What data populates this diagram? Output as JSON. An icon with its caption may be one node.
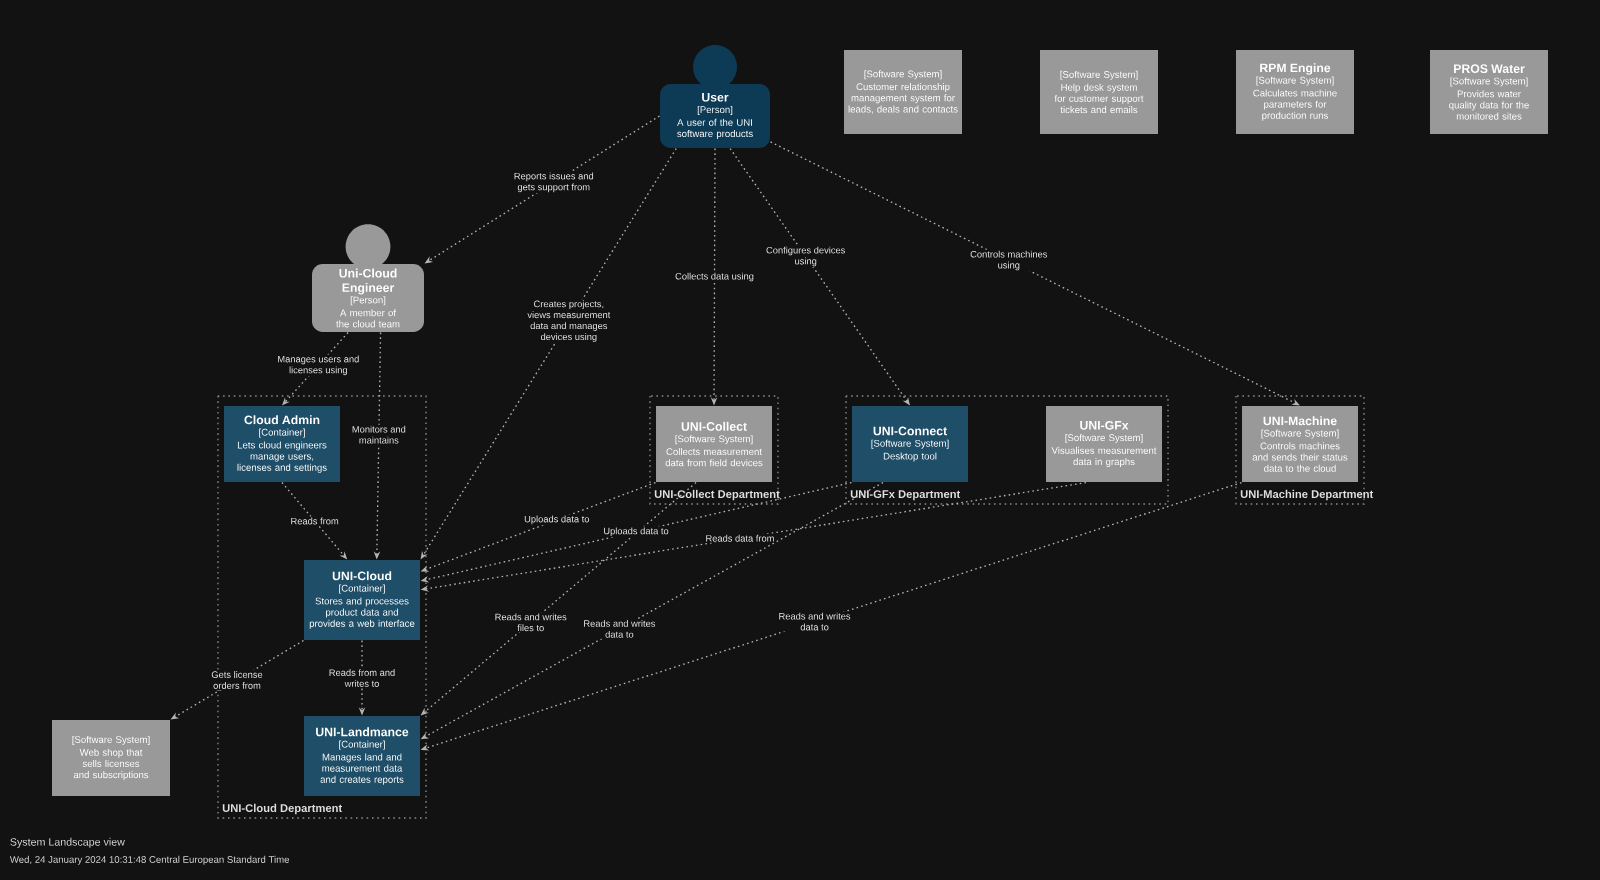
{
  "diagram": {
    "nodes": [
      {
        "text": [
          "User",
          "[Person]",
          "A user of the UNI software products"
        ]
      },
      {
        "text": [
          "[Software System]",
          "Customer relationship management system for leads, deals and contacts"
        ]
      },
      {
        "text": [
          "[Software System]",
          "Help desk system for customer support tickets and emails"
        ]
      },
      {
        "text": [
          "RPM Engine",
          "[Software System]",
          "Calculates machine parameters for production runs"
        ]
      },
      {
        "text": [
          "PROS Water",
          "[Software System]",
          "Provides water quality data for the monitored sites"
        ]
      },
      {
        "text": [
          "Uni-Cloud Engineer",
          "[Person]",
          "A member of the cloud team"
        ]
      },
      {
        "text": [
          "UNI-Cloud Department"
        ]
      },
      {
        "text": [
          "Cloud Admin",
          "[Container]",
          "Lets cloud engineers manage users, licenses and settings"
        ],
        "in": 6
      },
      {
        "text": [
          "UNI-Collect Department"
        ]
      },
      {
        "text": [
          "UNI-Collect",
          "[Software System]",
          "Collects measurement data from field devices"
        ],
        "in": 8
      },
      {
        "text": [
          "UNI-GFx Department"
        ]
      },
      {
        "text": [
          "UNI-Connect",
          "[Software System]",
          "Desktop tool"
        ],
        "in": 10
      },
      {
        "text": [
          "UNI-GFx",
          "[Software System]",
          "Visualises measurement data in graphs"
        ],
        "in": 10
      },
      {
        "text": [
          "UNI-Machine Department"
        ]
      },
      {
        "text": [
          "UNI-Machine",
          "[Software System]",
          "Controls machines and sends their status data to the cloud"
        ],
        "in": 13
      },
      {
        "text": [
          "UNI-Cloud",
          "[Container]",
          "Stores and processes product data and provides a web interface"
        ],
        "in": 6
      },
      {
        "text": [
          "[Software System]",
          "Web shop that sells licenses and subscriptions"
        ]
      },
      {
        "text": [
          "UNI-Landmance",
          "[Container]",
          "Manages land and measurement data and creates reports"
        ],
        "in": 6
      }
    ],
    "edges": [
      {
        "from": 0,
        "to": 5,
        "arrow": "to",
        "label": "Reports issues and gets support from"
      },
      {
        "from": 0,
        "to": 9,
        "arrow": "to",
        "label": "Collects data using"
      },
      {
        "from": 0,
        "to": 11,
        "arrow": "to",
        "label": "Configures devices using"
      },
      {
        "from": 0,
        "to": 14,
        "arrow": "to",
        "label": "Controls machines using"
      },
      {
        "from": 0,
        "to": 15,
        "arrow": "to",
        "label": "Creates projects, views measurement data and manages devices using"
      },
      {
        "from": 5,
        "to": 7,
        "arrow": "to",
        "label": "Manages users and licenses using"
      },
      {
        "from": 5,
        "to": 15,
        "arrow": "to",
        "label": "Monitors and maintains"
      },
      {
        "from": 7,
        "to": 15,
        "arrow": "to",
        "label": "Reads from"
      },
      {
        "from": 9,
        "to": 15,
        "arrow": "to",
        "label": "Uploads data to"
      },
      {
        "from": 11,
        "to": 15,
        "arrow": "to",
        "label": "Uploads data to"
      },
      {
        "from": 12,
        "to": 15,
        "arrow": "to",
        "label": "Reads data from"
      },
      {
        "from": 9,
        "to": 17,
        "arrow": "to",
        "label": "Reads and writes files to"
      },
      {
        "from": 11,
        "to": 17,
        "arrow": "to",
        "label": "Reads and writes data to"
      },
      {
        "from": 14,
        "to": 17,
        "arrow": "to",
        "label": "Reads and writes data to"
      },
      {
        "from": 15,
        "to": 17,
        "arrow": "to",
        "label": "Reads from and writes to"
      },
      {
        "from": 15,
        "to": 16,
        "arrow": "to",
        "label": "Gets license orders from"
      }
    ],
    "labels": [
      "System Landscape view",
      "Wed, 24 January 2024 10:31:48 Central European Standard Time"
    ]
  }
}
